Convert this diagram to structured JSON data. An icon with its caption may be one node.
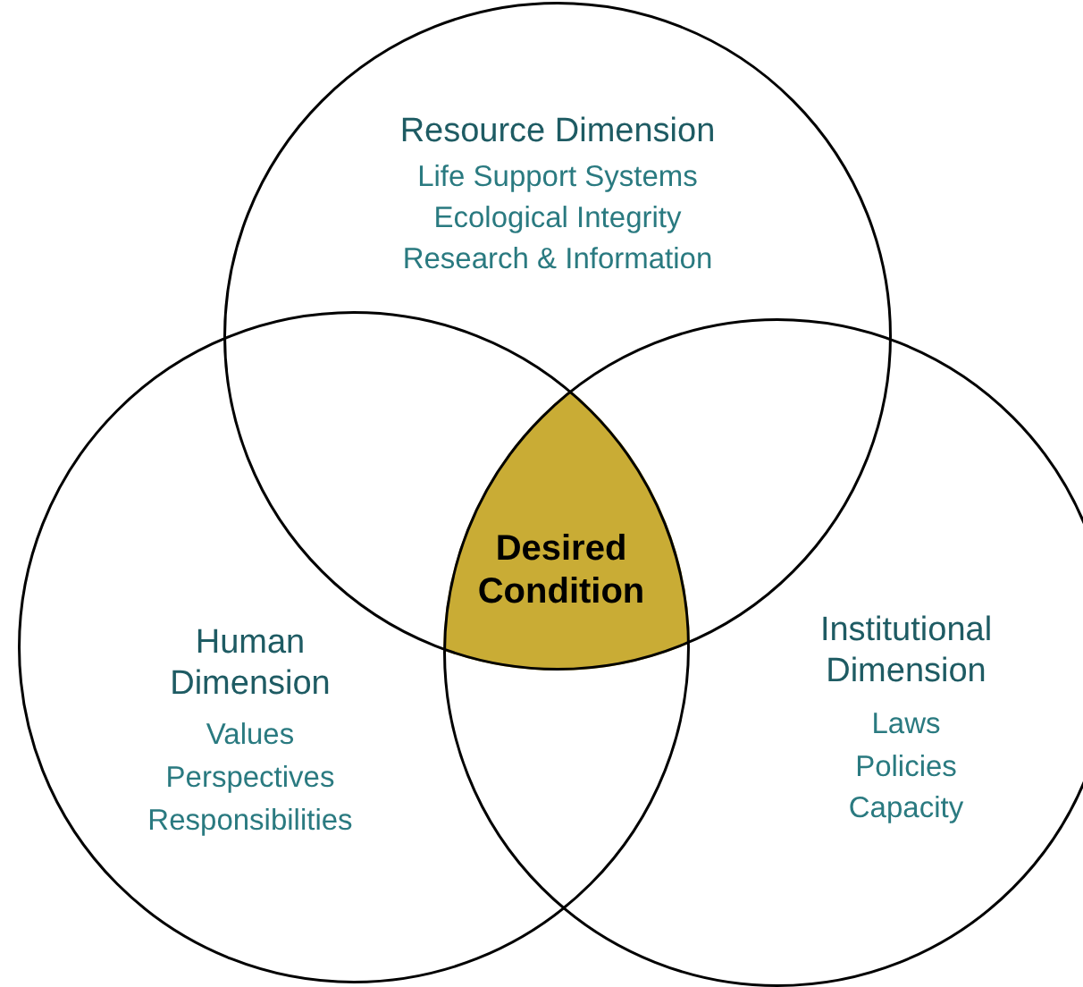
{
  "diagram": {
    "nodes": [
      {
        "text": [
          "Resource Dimension",
          "Life Support Systems",
          "Ecological Integrity",
          "Research & Information"
        ]
      },
      {
        "text": [
          "Human Dimension",
          "Values",
          "Perspectives",
          "Responsibilities"
        ]
      },
      {
        "text": [
          "Institutional Dimension",
          "Laws",
          "Policies",
          "Capacity"
        ]
      },
      {
        "text": [
          "Desired Condition"
        ]
      }
    ]
  }
}
